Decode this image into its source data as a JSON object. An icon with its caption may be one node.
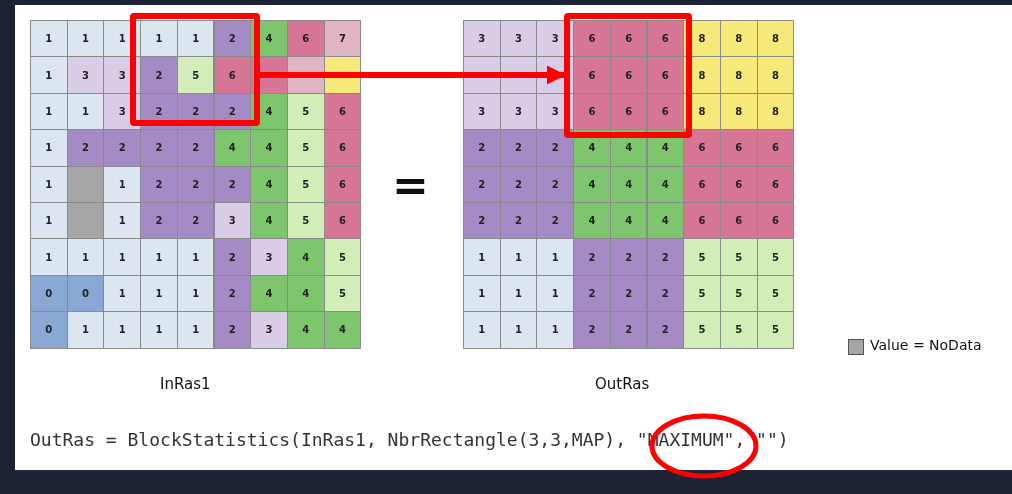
{
  "diagram": {
    "nodes": [
      {
        "text": [],
        "shape": "box"
      },
      {
        "text": [],
        "shape": "box"
      }
    ],
    "edges": [
      {
        "from": 0,
        "to": 1,
        "arrow": "to"
      }
    ],
    "labels": [
      "1",
      "1",
      "1",
      "1",
      "1",
      "2",
      "4",
      "6",
      "7",
      "1",
      "3",
      "3",
      "2",
      "5",
      "6",
      "1",
      "1",
      "3",
      "2",
      "2",
      "2",
      "4",
      "5",
      "6",
      "1",
      "2",
      "2",
      "2",
      "2",
      "4",
      "4",
      "5",
      "6",
      "1",
      "1",
      "2",
      "2",
      "2",
      "4",
      "5",
      "6",
      "1",
      "1",
      "2",
      "2",
      "3",
      "4",
      "5",
      "6",
      "1",
      "1",
      "1",
      "1",
      "1",
      "2",
      "3",
      "4",
      "5",
      "0",
      "0",
      "1",
      "1",
      "1",
      "2",
      "4",
      "4",
      "5",
      "0",
      "1",
      "1",
      "1",
      "1",
      "2",
      "3",
      "4",
      "4",
      "=",
      "3",
      "3",
      "3",
      "6",
      "6",
      "6",
      "8",
      "8",
      "8",
      "6",
      "6",
      "6",
      "8",
      "8",
      "8",
      "3",
      "3",
      "3",
      "6",
      "6",
      "6",
      "8",
      "8",
      "8",
      "2",
      "2",
      "2",
      "4",
      "4",
      "4",
      "6",
      "6",
      "6",
      "2",
      "2",
      "2",
      "4",
      "4",
      "4",
      "6",
      "6",
      "6",
      "2",
      "2",
      "2",
      "4",
      "4",
      "4",
      "6",
      "6",
      "6",
      "1",
      "1",
      "1",
      "2",
      "2",
      "2",
      "5",
      "5",
      "5",
      "1",
      "1",
      "1",
      "2",
      "2",
      "2",
      "5",
      "5",
      "5",
      "1",
      "1",
      "1",
      "2",
      "2",
      "2",
      "5",
      "5",
      "5",
      "InRas1",
      "OutRas",
      "OutRas = BlockStatistics(InRas1, NbrRectangle(3,3,MAP), \"MAXIMUM\", \"\")"
    ],
    "legend": [
      {
        "text": "Value = NoData",
        "color": "#a6a6a6"
      }
    ]
  }
}
